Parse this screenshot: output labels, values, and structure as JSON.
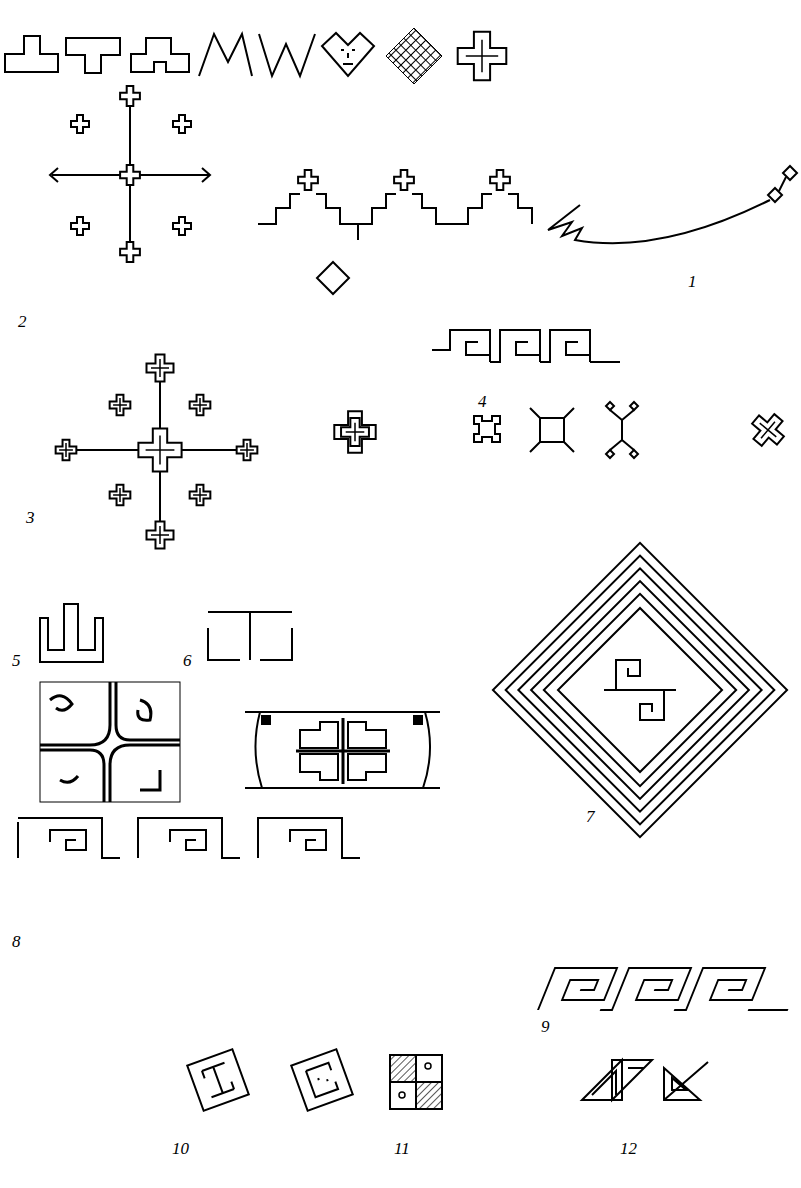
{
  "diagram": {
    "labels": [
      "1",
      "2",
      "4",
      "3",
      "5",
      "6",
      "7",
      "8",
      "9",
      "10",
      "11",
      "12"
    ]
  }
}
